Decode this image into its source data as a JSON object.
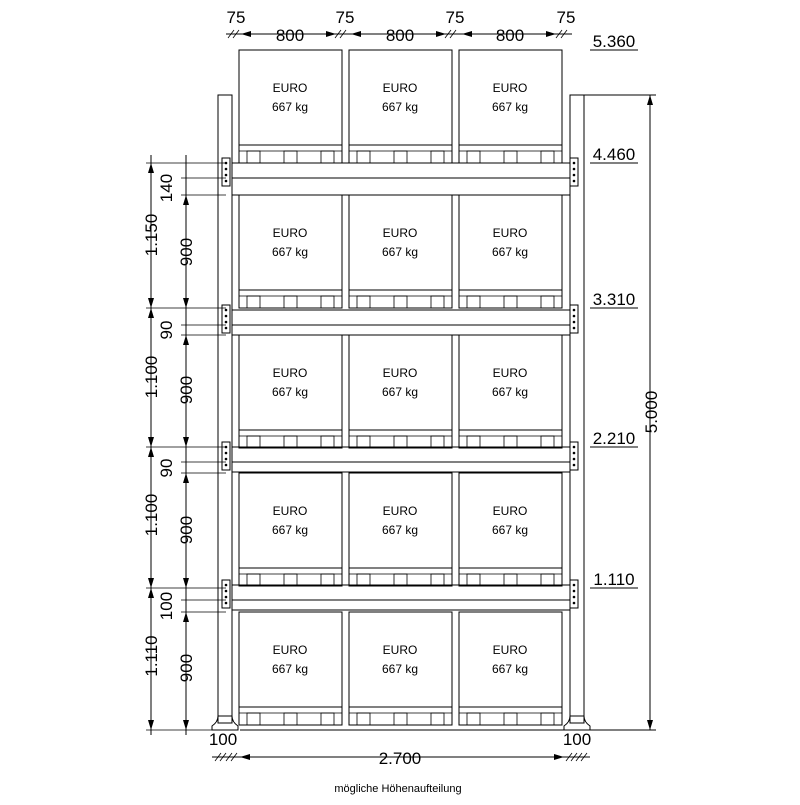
{
  "top_dimensions": {
    "upright_labels": [
      "75",
      "75",
      "75",
      "75"
    ],
    "bay_labels": [
      "800",
      "800",
      "800"
    ]
  },
  "pallet": {
    "type": "EURO",
    "load": "667 kg"
  },
  "level_heights": [
    "5.360",
    "4.460",
    "3.310",
    "2.210",
    "1.110"
  ],
  "total_height": "5.000",
  "left_dimensions": {
    "levels": [
      {
        "beam": "140",
        "pitch": "1.150",
        "clear": "900"
      },
      {
        "beam": "90",
        "pitch": "1.100",
        "clear": "900"
      },
      {
        "beam": "90",
        "pitch": "1.100",
        "clear": "900"
      },
      {
        "beam": "100",
        "pitch": "1.110",
        "clear": "900"
      }
    ]
  },
  "bottom_dimensions": {
    "left_foot": "100",
    "right_foot": "100",
    "total_width": "2.700"
  },
  "caption": "mögliche Höhenaufteilung"
}
